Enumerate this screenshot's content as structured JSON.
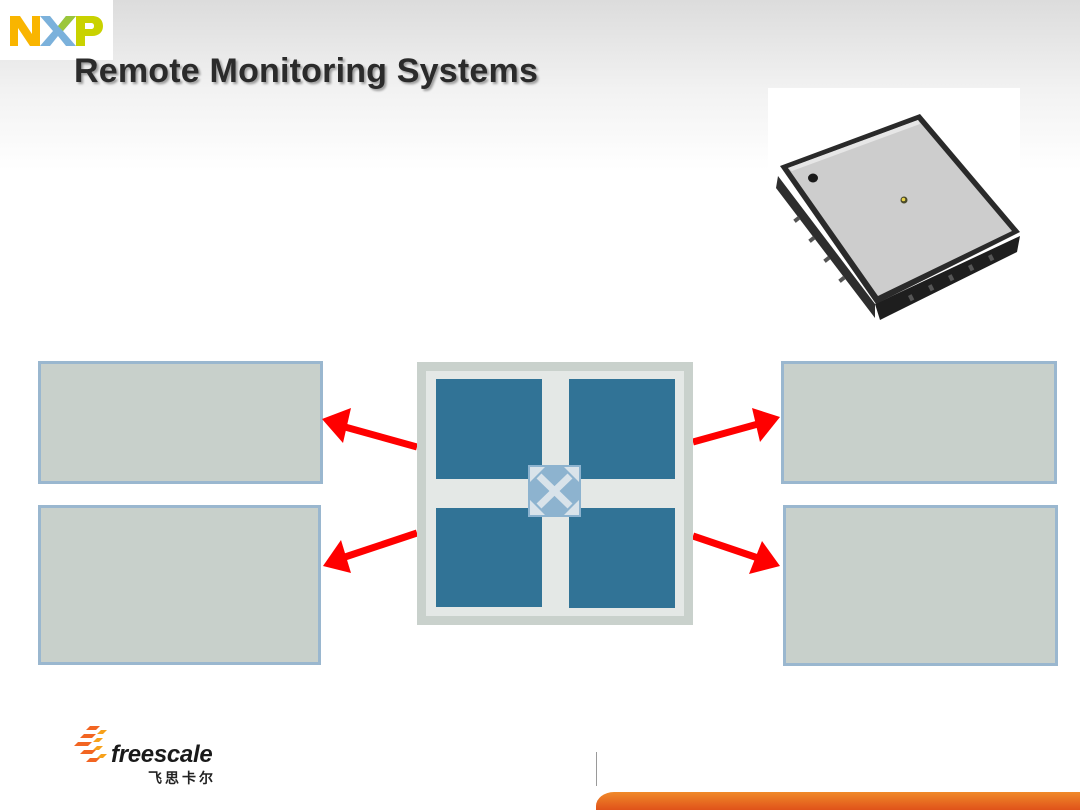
{
  "header": {
    "title": "Remote Monitoring Systems",
    "logo": {
      "text": "NXP",
      "letter_colors": [
        "#f9b500",
        "#7bb1db",
        "#c9d200"
      ]
    }
  },
  "images": {
    "sensor": {
      "icon": "sensor-chip-icon"
    }
  },
  "diagram": {
    "center_icon": "expand-arrows-icon",
    "tile_color": "#317396",
    "frame_color": "#c9d1cc",
    "inner_color": "#e4e8e6",
    "arrow_color": "#ff0000",
    "box_fill": "#c8d0cb",
    "box_border": "#9ab7cf"
  },
  "footer": {
    "logo_text": "freescale",
    "logo_chinese": "飞思卡尔",
    "accent_color": "#e85d1e"
  }
}
